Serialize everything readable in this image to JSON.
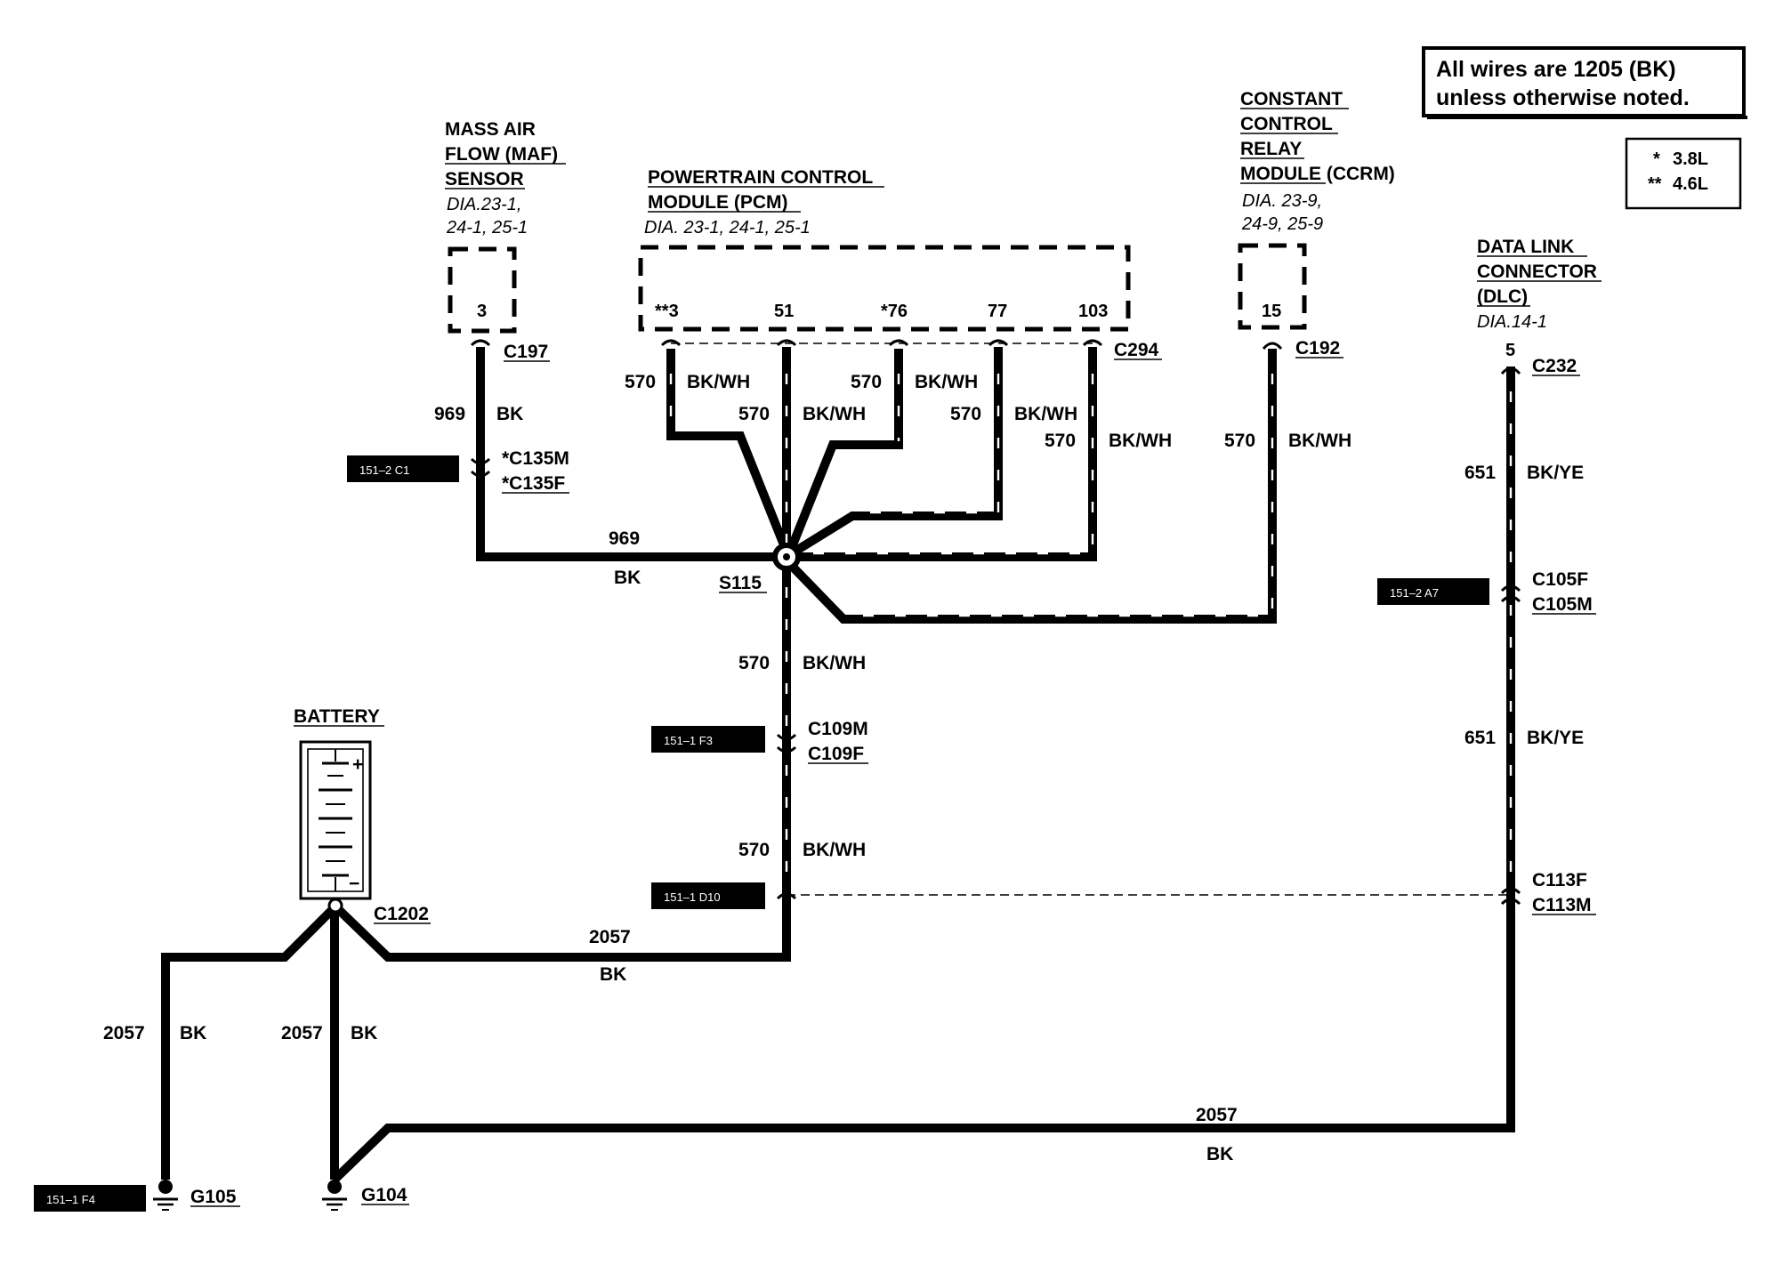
{
  "note": {
    "line1": "All wires are 1205 (BK)",
    "line2": "unless otherwise noted."
  },
  "legend": [
    {
      "mark": "*",
      "value": "3.8L"
    },
    {
      "mark": "**",
      "value": "4.6L"
    }
  ],
  "maf": {
    "title": [
      "MASS AIR",
      "FLOW (MAF)",
      "SENSOR"
    ],
    "ref": [
      "DIA.23-1,",
      "24-1, 25-1"
    ],
    "pin": "3",
    "connector": "C197"
  },
  "pcm": {
    "title": [
      "POWERTRAIN CONTROL",
      "MODULE  (PCM)"
    ],
    "ref": "DIA. 23-1, 24-1, 25-1",
    "pins": [
      "**3",
      "51",
      "*76",
      "77",
      "103"
    ],
    "connector": "C294"
  },
  "ccrm": {
    "title": [
      "CONSTANT",
      "CONTROL",
      "RELAY",
      "MODULE (CCRM)"
    ],
    "ref": [
      "DIA. 23-9,",
      "24-9, 25-9"
    ],
    "pin": "15",
    "connector": "C192"
  },
  "dlc": {
    "title": [
      "DATA LINK",
      "CONNECTOR",
      "(DLC)"
    ],
    "ref": "DIA.14-1",
    "pin": "5",
    "connector": "C232"
  },
  "battery": {
    "title": "BATTERY",
    "plus": "+",
    "minus": "−",
    "connector": "C1202"
  },
  "splice": "S115",
  "connectors": {
    "c135": [
      "*C135M",
      "*C135F"
    ],
    "c109": [
      "C109M",
      "C109F"
    ],
    "c105": [
      "C105F",
      "C105M"
    ],
    "c113": [
      "C113F",
      "C113M"
    ]
  },
  "grounds": {
    "g105": "G105",
    "g104": "G104"
  },
  "page_tags": {
    "c1": "151–2 C1",
    "f3": "151–1 F3",
    "d10": "151–1 D10",
    "f4": "151–1 F4",
    "a7": "151–2 A7"
  },
  "wire_labels": [
    {
      "circuit": "969",
      "color": "BK"
    },
    {
      "circuit": "969",
      "color": "BK"
    },
    {
      "circuit": "570",
      "color": "BK/WH"
    },
    {
      "circuit": "570",
      "color": "BK/WH"
    },
    {
      "circuit": "570",
      "color": "BK/WH"
    },
    {
      "circuit": "570",
      "color": "BK/WH"
    },
    {
      "circuit": "570",
      "color": "BK/WH"
    },
    {
      "circuit": "570",
      "color": "BK/WH"
    },
    {
      "circuit": "570",
      "color": "BK/WH"
    },
    {
      "circuit": "570",
      "color": "BK/WH"
    },
    {
      "circuit": "651",
      "color": "BK/YE"
    },
    {
      "circuit": "651",
      "color": "BK/YE"
    },
    {
      "circuit": "2057",
      "color": "BK"
    },
    {
      "circuit": "2057",
      "color": "BK"
    },
    {
      "circuit": "2057",
      "color": "BK"
    },
    {
      "circuit": "2057",
      "color": "BK"
    }
  ]
}
